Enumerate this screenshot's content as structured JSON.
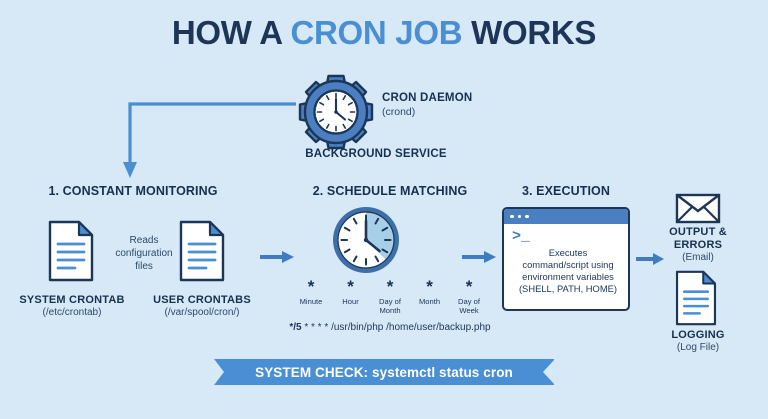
{
  "title": {
    "lead": "HOW A ",
    "highlight": "CRON JOB",
    "trail": " WORKS"
  },
  "colors": {
    "background": "#d7e9f7",
    "navy": "#1d3557",
    "blue": "#4a8fd4",
    "gear_blue": "#4a7fc1",
    "white": "#ffffff"
  },
  "daemon": {
    "icon": "gear-clock-icon",
    "name": "CRON DAEMON",
    "process": "(crond)",
    "service_label": "BACKGROUND SERVICE"
  },
  "steps": [
    {
      "number": "1.",
      "title": "1. CONSTANT MONITORING",
      "middle_note": "Reads\nconfiguration\nfiles",
      "items": [
        {
          "icon": "document-icon",
          "label": "SYSTEM CRONTAB",
          "path": "(/etc/crontab)"
        },
        {
          "icon": "document-icon",
          "label": "USER CRONTABS",
          "path": "(/var/spool/cron/)"
        }
      ]
    },
    {
      "number": "2.",
      "title": "2. SCHEDULE MATCHING",
      "icon": "clock-icon",
      "fields": [
        {
          "glyph": "*",
          "label": "Minute"
        },
        {
          "glyph": "*",
          "label": "Hour"
        },
        {
          "glyph": "*",
          "label": "Day of\nMonth"
        },
        {
          "glyph": "*",
          "label": "Month"
        },
        {
          "glyph": "*",
          "label": "Day of\nWeek"
        }
      ],
      "cron_expression_bold": "*/5",
      "cron_expression_rest": " * * * * /usr/bin/php /home/user/backup.php"
    },
    {
      "number": "3.",
      "title": "3. EXECUTION",
      "icon": "terminal-icon",
      "terminal_prompt": ">_",
      "terminal_text": "Executes\ncommand/script using\nenvironment variables\n(SHELL, PATH, HOME)"
    }
  ],
  "outputs": [
    {
      "icon": "envelope-icon",
      "label": "OUTPUT &\nERRORS",
      "detail": "(Email)"
    },
    {
      "icon": "document-icon",
      "label": "LOGGING",
      "detail": "(Log File)"
    }
  ],
  "banner": {
    "label": "SYSTEM CHECK: systemctl status cron"
  }
}
